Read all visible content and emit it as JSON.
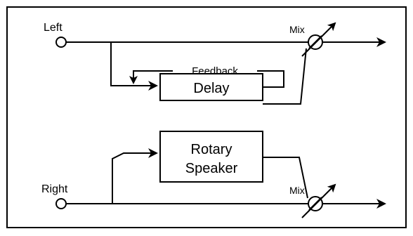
{
  "diagram": {
    "nodes": {
      "left_input": "Left",
      "right_input": "Right",
      "delay": "Delay",
      "rotary_line1": "Rotary",
      "rotary_line2": "Speaker",
      "feedback": "Feedback",
      "mix_top": "Mix",
      "mix_bottom": "Mix"
    }
  }
}
